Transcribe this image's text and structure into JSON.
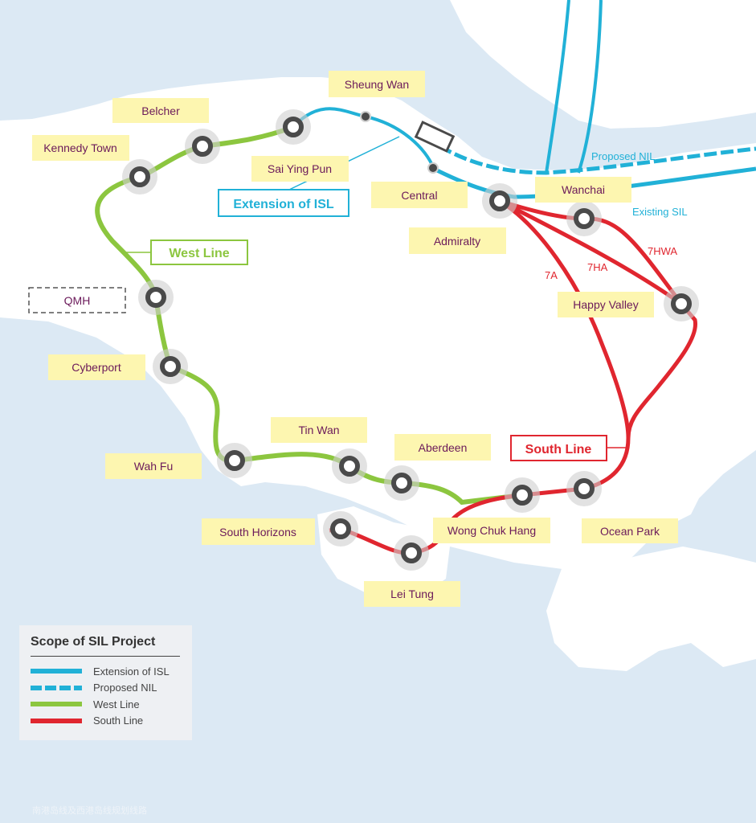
{
  "colors": {
    "sea": "#dce9f4",
    "land": "#ffffff",
    "isl": "#21b1d7",
    "nil": "#21b1d7",
    "west": "#8cc63f",
    "south": "#e0262f",
    "label_bg": "#fdf6b0",
    "label_text": "#6b1a5a",
    "station_ring": "#cfcfcf",
    "station_core": "#4a4a4a"
  },
  "stations": {
    "kennedy_town": "Kennedy Town",
    "belcher": "Belcher",
    "sai_ying_pun": "Sai Ying Pun",
    "sheung_wan": "Sheung Wan",
    "central": "Central",
    "admiralty": "Admiralty",
    "wanchai": "Wanchai",
    "happy_valley": "Happy Valley",
    "qmh": "QMH",
    "cyberport": "Cyberport",
    "wah_fu": "Wah Fu",
    "tin_wan": "Tin Wan",
    "aberdeen": "Aberdeen",
    "wong_chuk_hang": "Wong Chuk Hang",
    "ocean_park": "Ocean Park",
    "south_horizons": "South Horizons",
    "lei_tung": "Lei Tung"
  },
  "line_labels": {
    "extension_isl": "Extension of ISL",
    "west_line": "West Line",
    "south_line": "South Line",
    "proposed_nil": "Proposed NIL",
    "existing_sil": "Existing SIL",
    "route_7a": "7A",
    "route_7ha": "7HA",
    "route_7hwa": "7HWA"
  },
  "legend": {
    "title": "Scope of SIL Project",
    "items": [
      {
        "label": "Extension of ISL",
        "color": "#21b1d7",
        "style": "solid"
      },
      {
        "label": "Proposed NIL",
        "color": "#21b1d7",
        "style": "dashed"
      },
      {
        "label": "West Line",
        "color": "#8cc63f",
        "style": "solid"
      },
      {
        "label": "South Line",
        "color": "#e0262f",
        "style": "solid"
      }
    ]
  },
  "footer": "南港岛线及西港岛线规划线路"
}
